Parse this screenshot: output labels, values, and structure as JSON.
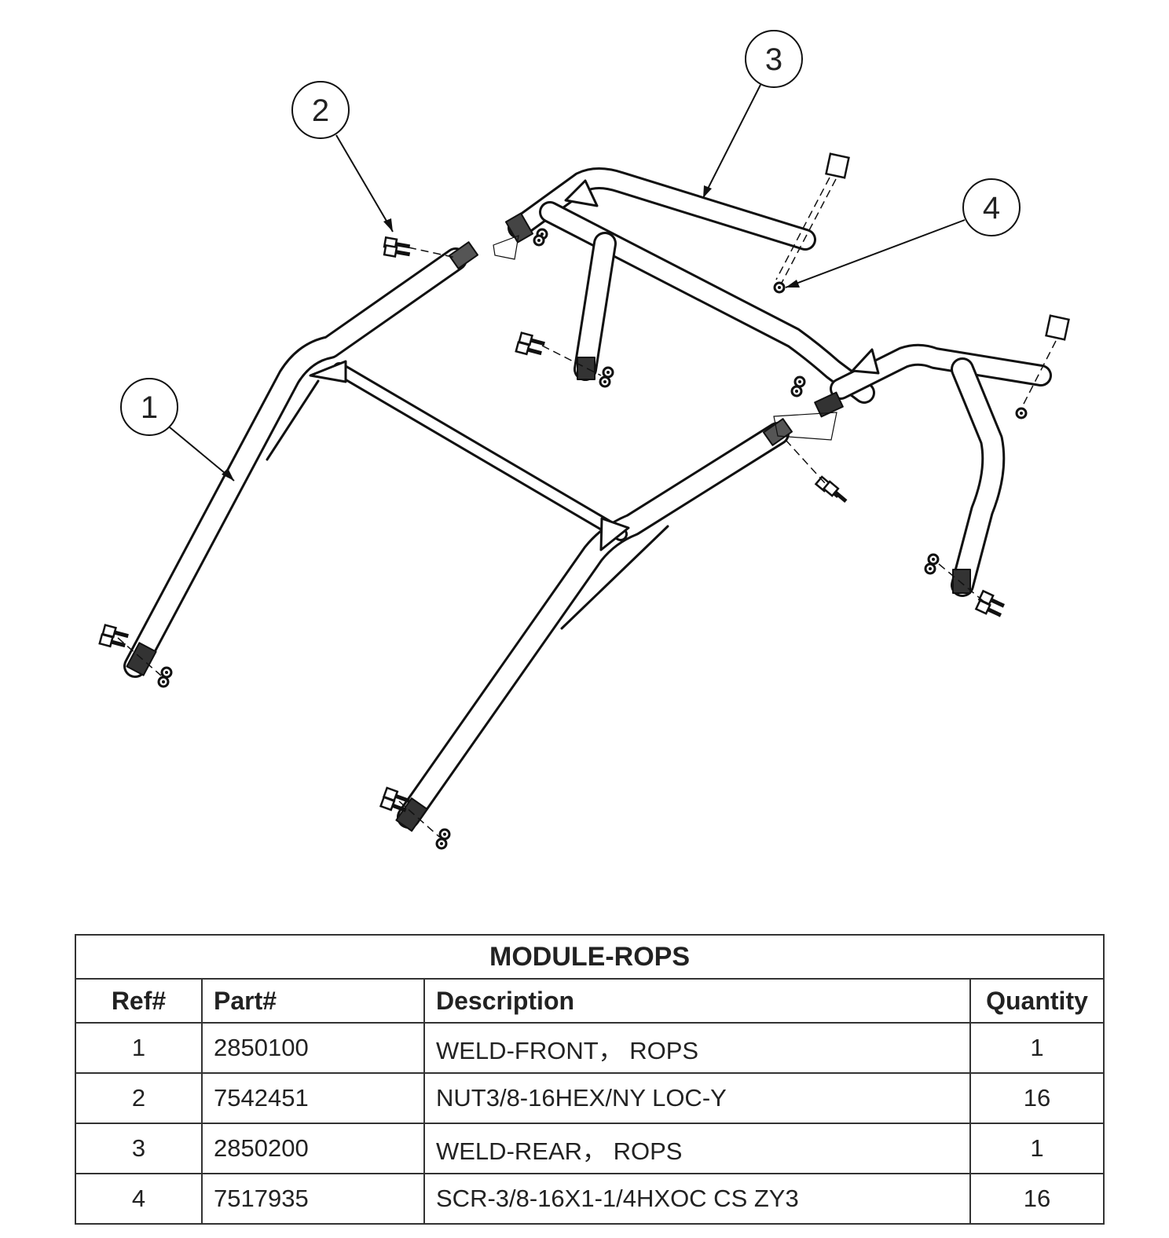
{
  "diagram": {
    "callouts": [
      {
        "number": "1"
      },
      {
        "number": "2"
      },
      {
        "number": "3"
      },
      {
        "number": "4"
      }
    ]
  },
  "table": {
    "title": "MODULE-ROPS",
    "headers": {
      "ref": "Ref#",
      "part": "Part#",
      "description": "Description",
      "quantity": "Quantity"
    },
    "rows": [
      {
        "ref": "1",
        "part": "2850100",
        "description": "WELD-FRONT， ROPS",
        "quantity": "1"
      },
      {
        "ref": "2",
        "part": "7542451",
        "description": "NUT3/8-16HEX/NY LOC-Y",
        "quantity": "16"
      },
      {
        "ref": "3",
        "part": "2850200",
        "description": "WELD-REAR， ROPS",
        "quantity": "1"
      },
      {
        "ref": "4",
        "part": "7517935",
        "description": "SCR-3/8-16X1-1/4HXOC CS ZY3",
        "quantity": "16"
      }
    ]
  }
}
